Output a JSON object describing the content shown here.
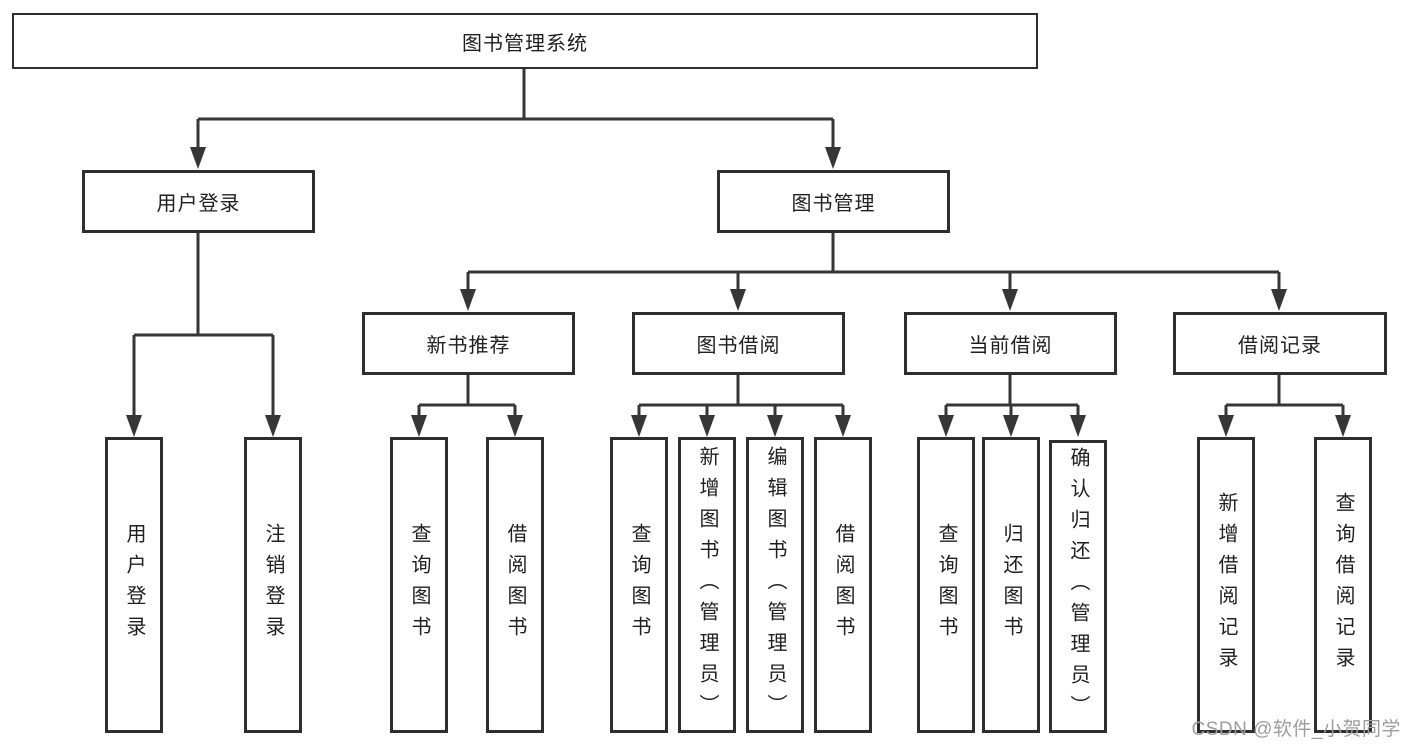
{
  "diagram": {
    "root": {
      "label": "图书管理系统"
    },
    "login": {
      "label": "用户登录",
      "children": [
        {
          "label": "用户登录"
        },
        {
          "label": "注销登录"
        }
      ]
    },
    "manage": {
      "label": "图书管理",
      "groups": [
        {
          "label": "新书推荐",
          "children": [
            {
              "label": "查询图书"
            },
            {
              "label": "借阅图书"
            }
          ]
        },
        {
          "label": "图书借阅",
          "children": [
            {
              "label": "查询图书"
            },
            {
              "label": "新增图书（管理员）"
            },
            {
              "label": "编辑图书（管理员）"
            },
            {
              "label": "借阅图书"
            }
          ]
        },
        {
          "label": "当前借阅",
          "children": [
            {
              "label": "查询图书"
            },
            {
              "label": "归还图书"
            },
            {
              "label": "确认归还（管理员）"
            }
          ]
        },
        {
          "label": "借阅记录",
          "children": [
            {
              "label": "新增借阅记录"
            },
            {
              "label": "查询借阅记录"
            }
          ]
        }
      ]
    }
  },
  "watermark": {
    "text": "CSDN @软件_小贺同学"
  },
  "colors": {
    "background": "#ffffff",
    "line": "#363636",
    "box_border": "#2e2e2e",
    "text": "#1f1f1f",
    "watermark": "#9d9d9d"
  }
}
